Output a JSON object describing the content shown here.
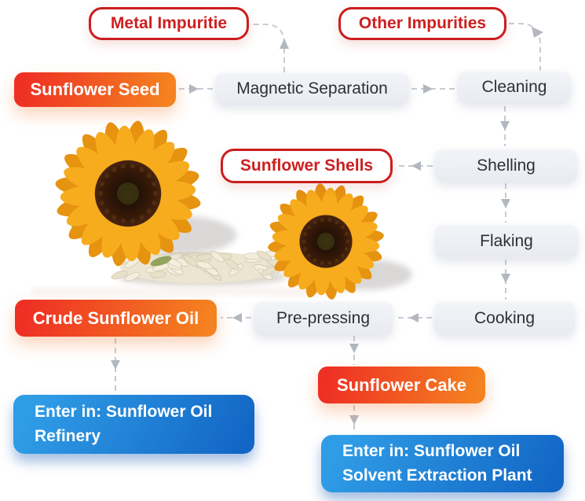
{
  "nodes": {
    "metal_impurities": {
      "label": "Metal Impuritie"
    },
    "other_impurities": {
      "label": "Other Impurities"
    },
    "sunflower_seed": {
      "label": "Sunflower Seed"
    },
    "magnetic_separation": {
      "label": "Magnetic Separation"
    },
    "cleaning": {
      "label": "Cleaning"
    },
    "sunflower_shells": {
      "label": "Sunflower Shells"
    },
    "shelling": {
      "label": "Shelling"
    },
    "flaking": {
      "label": "Flaking"
    },
    "cooking": {
      "label": "Cooking"
    },
    "pre_pressing": {
      "label": "Pre-pressing"
    },
    "crude_sunflower_oil": {
      "label": "Crude Sunflower Oil"
    },
    "sunflower_cake": {
      "label": "Sunflower Cake"
    },
    "refinery": {
      "label": "Enter in: Sunflower Oil\nRefinery"
    },
    "solvent_plant": {
      "label": "Enter in: Sunflower Oil\nSolvent Extraction Plant"
    }
  },
  "edges": [
    {
      "from": "sunflower_seed",
      "to": "magnetic_separation"
    },
    {
      "from": "magnetic_separation",
      "to": "metal_impurities"
    },
    {
      "from": "magnetic_separation",
      "to": "cleaning"
    },
    {
      "from": "other_impurities",
      "to": "cleaning"
    },
    {
      "from": "cleaning",
      "to": "shelling"
    },
    {
      "from": "shelling",
      "to": "sunflower_shells"
    },
    {
      "from": "shelling",
      "to": "flaking"
    },
    {
      "from": "flaking",
      "to": "cooking"
    },
    {
      "from": "cooking",
      "to": "pre_pressing"
    },
    {
      "from": "pre_pressing",
      "to": "crude_sunflower_oil"
    },
    {
      "from": "pre_pressing",
      "to": "sunflower_cake"
    },
    {
      "from": "crude_sunflower_oil",
      "to": "refinery"
    },
    {
      "from": "sunflower_cake",
      "to": "solvent_plant"
    }
  ],
  "colors": {
    "outline_border": "#cb1e1e",
    "outline_text": "#cd1f1f",
    "hot_gradient_left": "#ee2f24",
    "hot_gradient_right": "#f58220",
    "plain_bg": "#edeff4",
    "plain_text": "#2c3038",
    "blue_gradient_light": "#2f9ce6",
    "blue_gradient_dark": "#1266c5",
    "connector_dash": "#c8cbd1",
    "arrowhead": "#b3b7bf"
  },
  "illustration": {
    "name": "sunflowers-and-seed-pile"
  }
}
